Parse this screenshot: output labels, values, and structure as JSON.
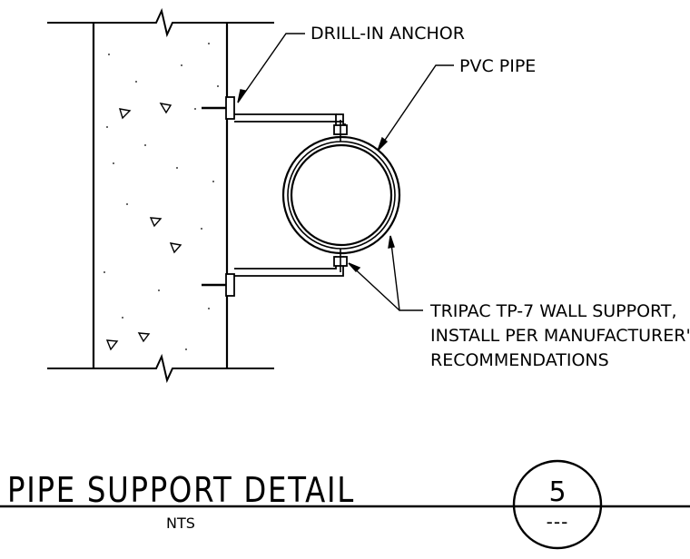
{
  "callouts": {
    "anchor": "DRILL-IN ANCHOR",
    "pipe": "PVC PIPE",
    "support_line1": "TRIPAC TP-7 WALL SUPPORT,",
    "support_line2": "INSTALL PER MANUFACTURER'S",
    "support_line3": "RECOMMENDATIONS"
  },
  "title_block": {
    "title": "PIPE SUPPORT DETAIL",
    "scale": "NTS",
    "detail_number": "5",
    "sheet_ref": "---"
  }
}
